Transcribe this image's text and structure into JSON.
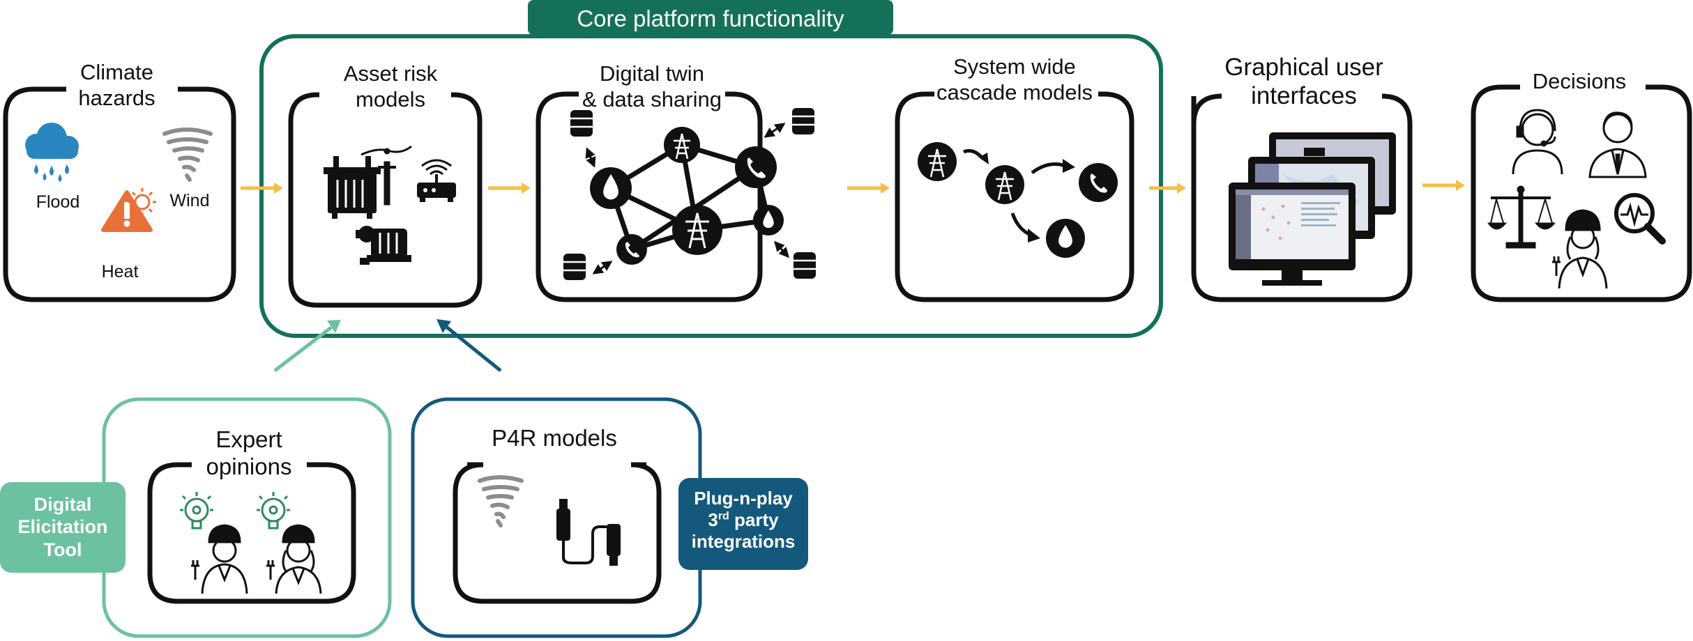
{
  "colors": {
    "core_green": "#15705A",
    "light_green": "#6CC1A1",
    "navy": "#14587C",
    "arrow_yellow": "#F7BE44",
    "ink": "#111111",
    "hazard_blue": "#2A86C0",
    "hazard_orange": "#E8713A",
    "hazard_gray": "#8C8C8C",
    "bulb_green": "#2F8B5B"
  },
  "core_platform": {
    "title": "Core platform functionality"
  },
  "stages": {
    "climate": {
      "title_lines": [
        "Climate",
        "hazards"
      ],
      "labels": {
        "flood": "Flood",
        "wind": "Wind",
        "heat": "Heat"
      },
      "icons": [
        "rain-cloud-icon",
        "tornado-icon",
        "warning-triangle-icon",
        "sun-icon"
      ]
    },
    "asset_risk": {
      "title_lines": [
        "Asset risk",
        "models"
      ],
      "icons": [
        "transformer-icon",
        "utility-pole-icon",
        "router-icon",
        "pump-icon"
      ]
    },
    "digital_twin": {
      "title_lines": [
        "Digital twin",
        "& data sharing"
      ],
      "icons": [
        "pylon-node-icon",
        "phone-node-icon",
        "water-node-icon",
        "database-icon"
      ]
    },
    "cascade": {
      "title_lines": [
        "System wide",
        "cascade models"
      ],
      "icons": [
        "pylon-node-icon",
        "phone-node-icon",
        "water-node-icon"
      ]
    },
    "gui": {
      "title_lines": [
        "Graphical user",
        "interfaces"
      ],
      "icons": [
        "monitor-stack-icon"
      ]
    },
    "decisions": {
      "title_lines": [
        "Decisions"
      ],
      "icons": [
        "headset-operator-icon",
        "businessman-icon",
        "scales-icon",
        "engineer-woman-icon",
        "magnifier-chart-icon"
      ]
    }
  },
  "inputs": {
    "expert": {
      "title_lines": [
        "Expert",
        "opinions"
      ],
      "icons": [
        "idea-bulb-icon",
        "engineer-man-icon",
        "engineer-woman-icon"
      ]
    },
    "p4r": {
      "title_lines": [
        "P4R models"
      ],
      "icons": [
        "tornado-icon",
        "usb-cable-icon"
      ]
    }
  },
  "tags": {
    "digital_elicitation": [
      "Digital",
      "Elicitation",
      "Tool"
    ],
    "plugnplay": {
      "line1": "Plug-n-play",
      "line2_base": "3",
      "line2_sup": "rd",
      "line2_rest": " party",
      "line3": "integrations"
    }
  }
}
